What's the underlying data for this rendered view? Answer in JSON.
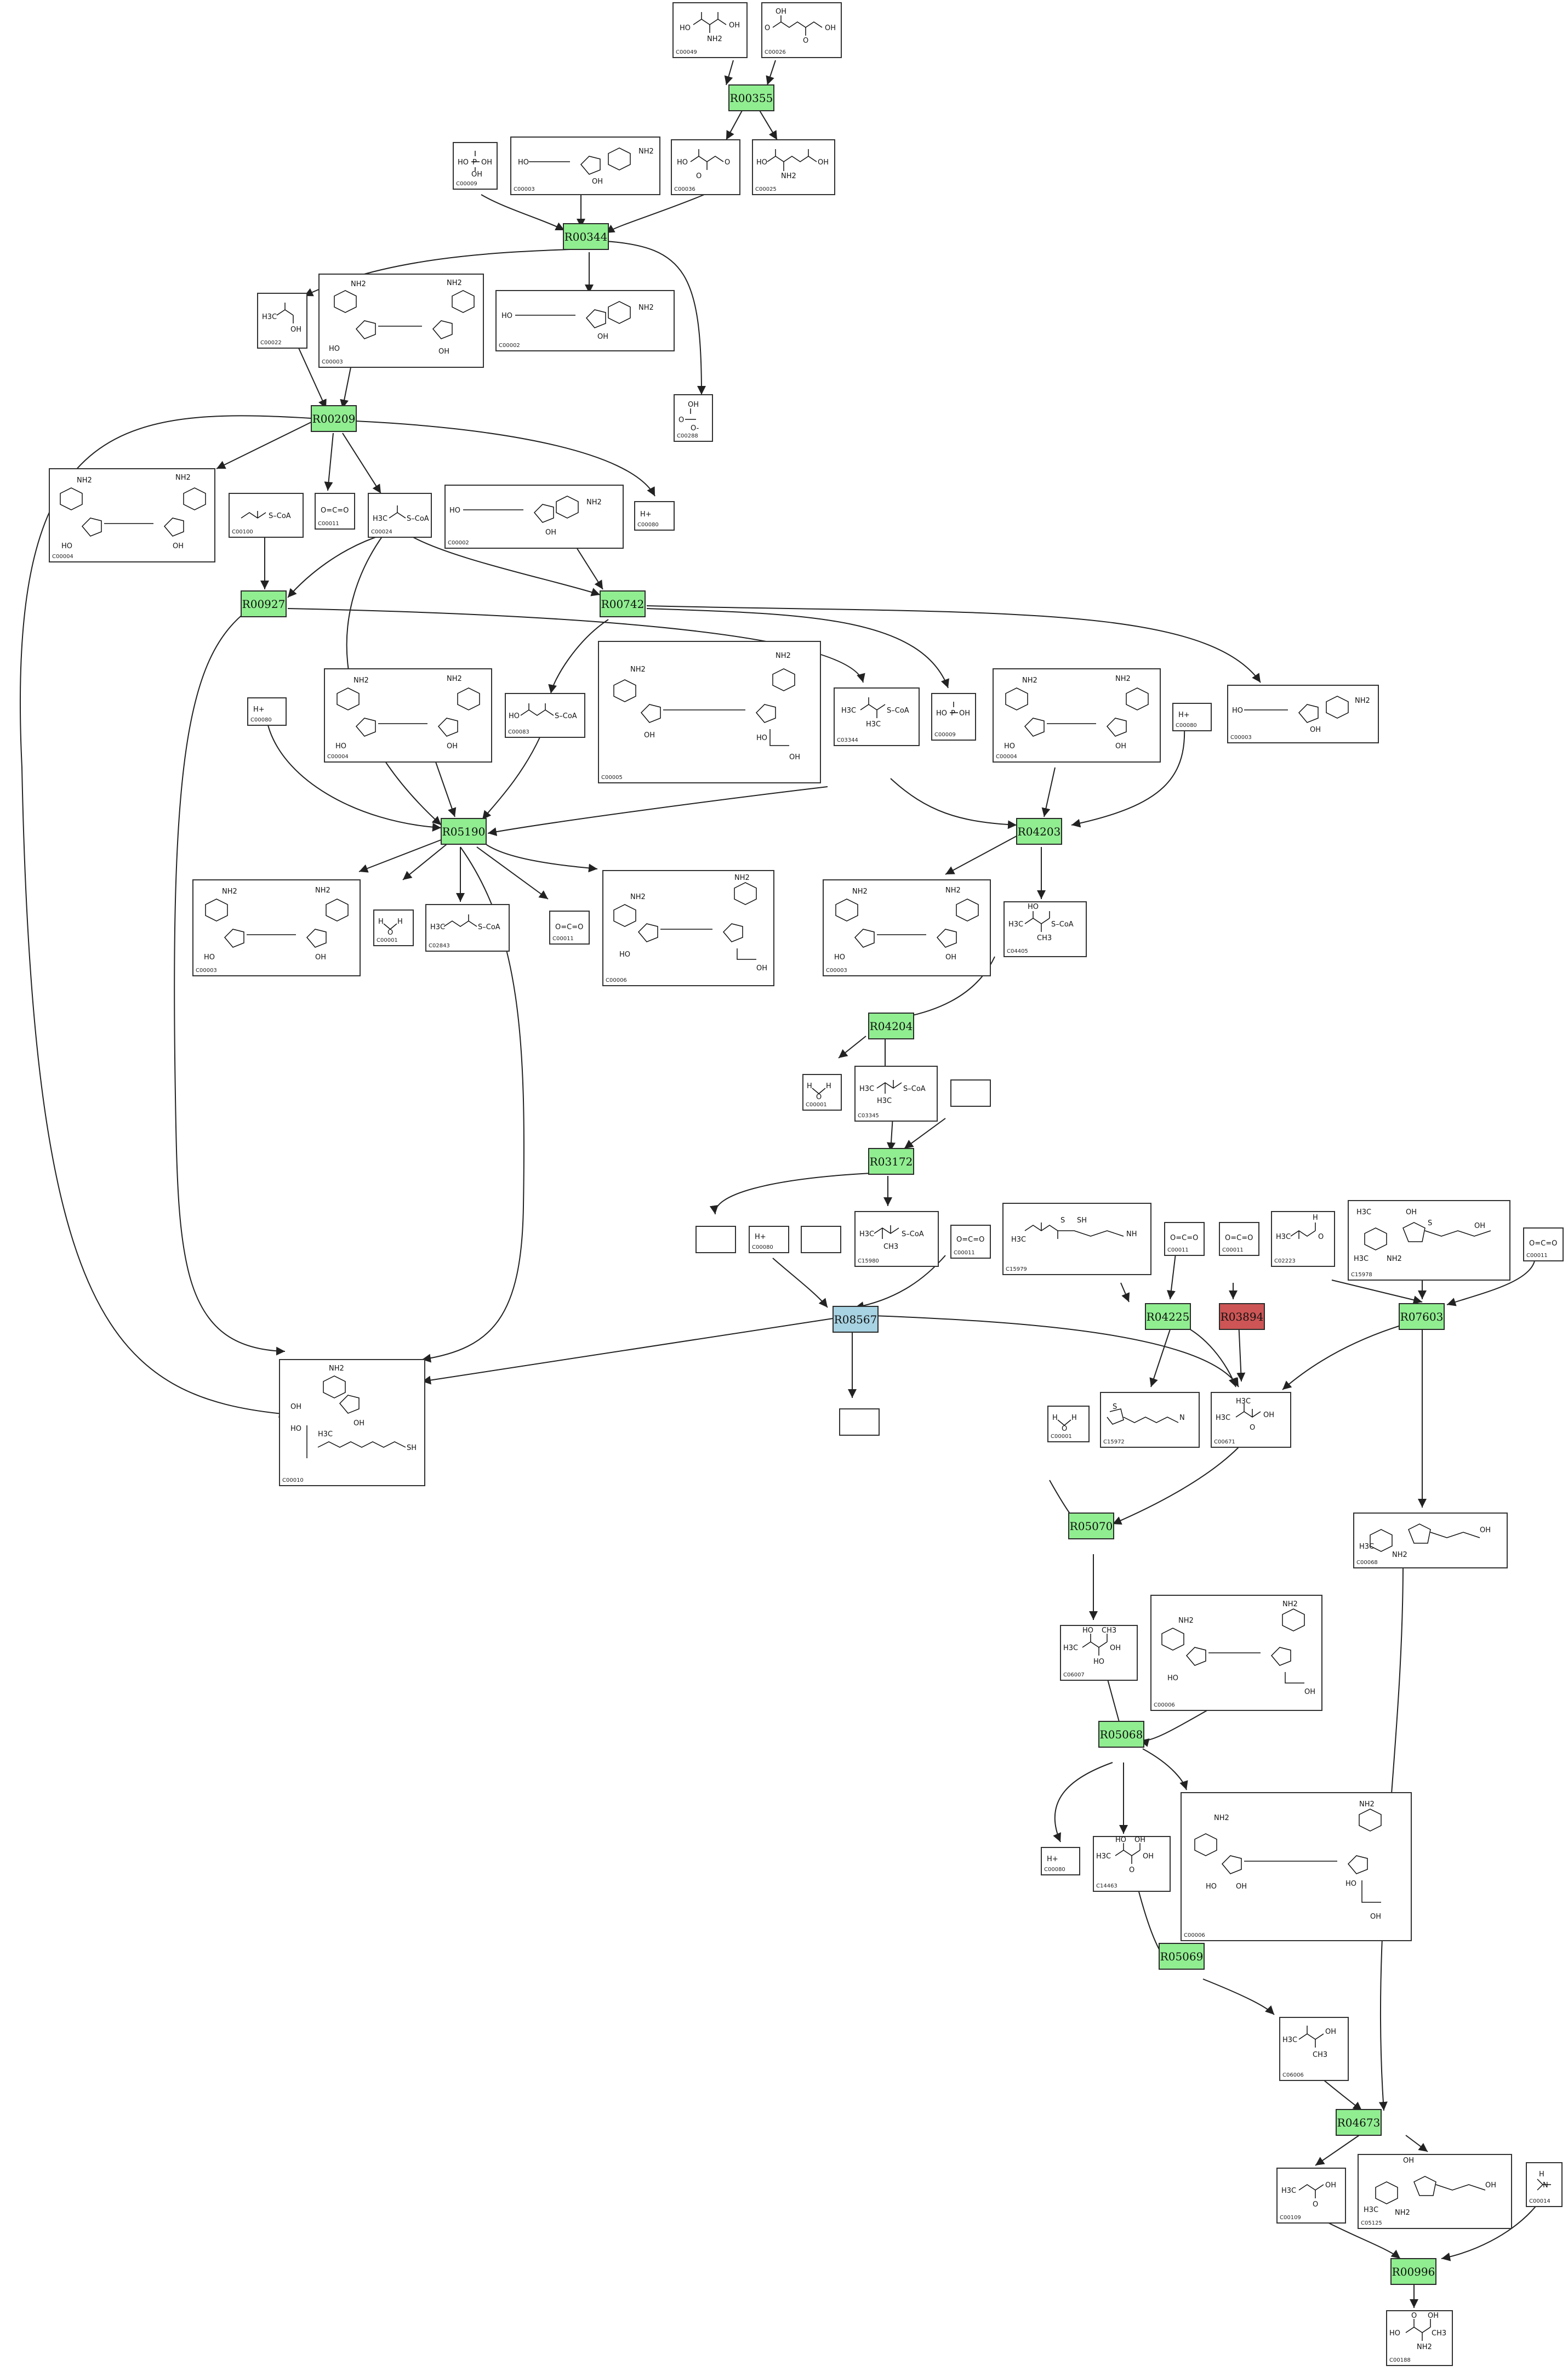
{
  "colors": {
    "reaction_default": "#90ee90",
    "reaction_highlight": "#a7d3e3",
    "reaction_alert": "#cd5555",
    "compound_border": "#333333",
    "edge": "#222222"
  },
  "reactions": {
    "R00355": "R00355",
    "R00344": "R00344",
    "R00209": "R00209",
    "R00927": "R00927",
    "R00742": "R00742",
    "R05190": "R05190",
    "R04203": "R04203",
    "R04204": "R04204",
    "R03172": "R03172",
    "R08567": "R08567",
    "R04225": "R04225",
    "R03894": "R03894",
    "R07603": "R07603",
    "R05070": "R05070",
    "R05068": "R05068",
    "R05069": "R05069",
    "R04673": "R04673",
    "R00996": "R00996"
  },
  "compound_ids": {
    "c_00049": "C00049",
    "c_00026a": "C00026",
    "c_00036": "C00036",
    "c_00025": "C00025",
    "c_00009a": "C00009",
    "c_00003a": "C00003",
    "c_00022": "C00022",
    "c_00003b": "C00003",
    "c_00002a": "C00002",
    "c_00288": "C00288",
    "c_00004a": "C00004",
    "c_00100": "C00100",
    "c_00011a": "C00011",
    "c_00024": "C00024",
    "c_00002b": "C00002",
    "c_00080a": "C00080",
    "c_00080b": "C00080",
    "c_00004b": "C00004",
    "c_00083": "C00083",
    "c_00005a": "C00005",
    "c_03344": "C03344",
    "c_00009b": "C00009",
    "c_00004c": "C00004",
    "c_00080c": "C00080",
    "c_00003c": "C00003",
    "c_00003d": "C00003",
    "c_00001a": "C00001",
    "c_02843": "C02843",
    "c_00011b": "C00011",
    "c_00006a": "C00006",
    "c_00003e": "C00003",
    "c_04405": "C04405",
    "c_00001b": "C00001",
    "c_03345": "C03345",
    "c_00080d": "C00080",
    "c_15980": "C15980",
    "c_00011c": "C00011",
    "c_15979": "C15979",
    "c_00011d": "C00011",
    "c_00011e": "C00011",
    "c_02223": "C02223",
    "c_15978": "C15978",
    "c_00011f": "C00011",
    "c_00010": "C00010",
    "c_15972": "C15972",
    "c_00671": "C00671",
    "c_00001c": "C00001",
    "c_00068": "C00068",
    "c_06007": "C06007",
    "c_00006b": "C00006",
    "c_00080e": "C00080",
    "c_14463": "C14463",
    "c_00006c": "C00006",
    "c_06006": "C06006",
    "c_00109": "C00109",
    "c_05125": "C05125",
    "c_00014": "C00014",
    "c_00188": "C00188"
  },
  "atoms": {
    "oh": "OH",
    "ho": "HO",
    "nh2": "NH2",
    "o": "O",
    "h3c": "H3C",
    "ch3": "CH3",
    "h": "H",
    "h_plus": "H+",
    "scoa": "S–CoA",
    "p": "P",
    "n": "N",
    "sh": "SH",
    "oco": "O=C=O",
    "s": "S",
    "nh": "NH",
    "o_minus": "O-"
  }
}
